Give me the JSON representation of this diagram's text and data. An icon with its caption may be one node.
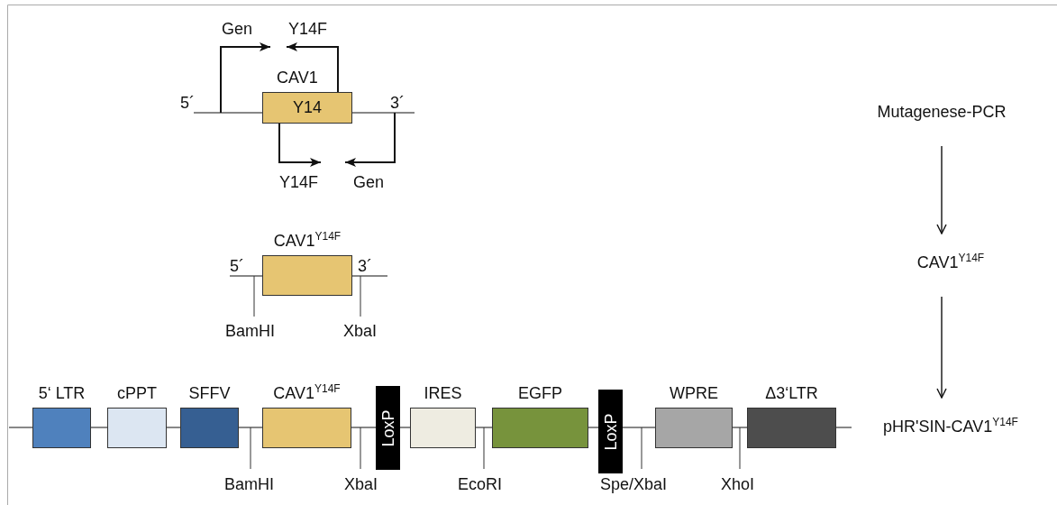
{
  "diagram": {
    "nodes": [
      {
        "text": [
          "CAV1",
          "Y14"
        ]
      },
      {
        "text": [
          "Mutagenese-PCR"
        ]
      },
      {
        "text": [
          "CAV1$^{Y14F}$"
        ]
      },
      {
        "text": [
          "CAV1$^{Y14F}$"
        ]
      },
      {
        "text": [
          "5‘ LTR"
        ]
      },
      {
        "text": [
          "cPPT"
        ]
      },
      {
        "text": [
          "SFFV"
        ]
      },
      {
        "text": [
          "CAV1$^{Y14F}$"
        ]
      },
      {
        "text": [
          "LoxP"
        ]
      },
      {
        "text": [
          "IRES"
        ]
      },
      {
        "text": [
          "EGFP"
        ]
      },
      {
        "text": [
          "LoxP"
        ]
      },
      {
        "text": [
          "WPRE"
        ]
      },
      {
        "text": [
          "Δ3‘LTR"
        ]
      },
      {
        "text": [
          "pHR'SIN-CAV1$^{Y14F}$"
        ]
      }
    ],
    "edges": [
      {
        "from": 1,
        "to": 3,
        "arrow": "to"
      },
      {
        "from": 3,
        "to": 14,
        "arrow": "to"
      }
    ],
    "labels": [
      "Gen",
      "Y14F",
      "5´",
      "3´",
      "Y14F",
      "Gen",
      "5´",
      "3´",
      "BamHI",
      "XbaI",
      "BamHI",
      "XbaI",
      "EcoRI",
      "Spe/XbaI",
      "XhoI"
    ]
  }
}
